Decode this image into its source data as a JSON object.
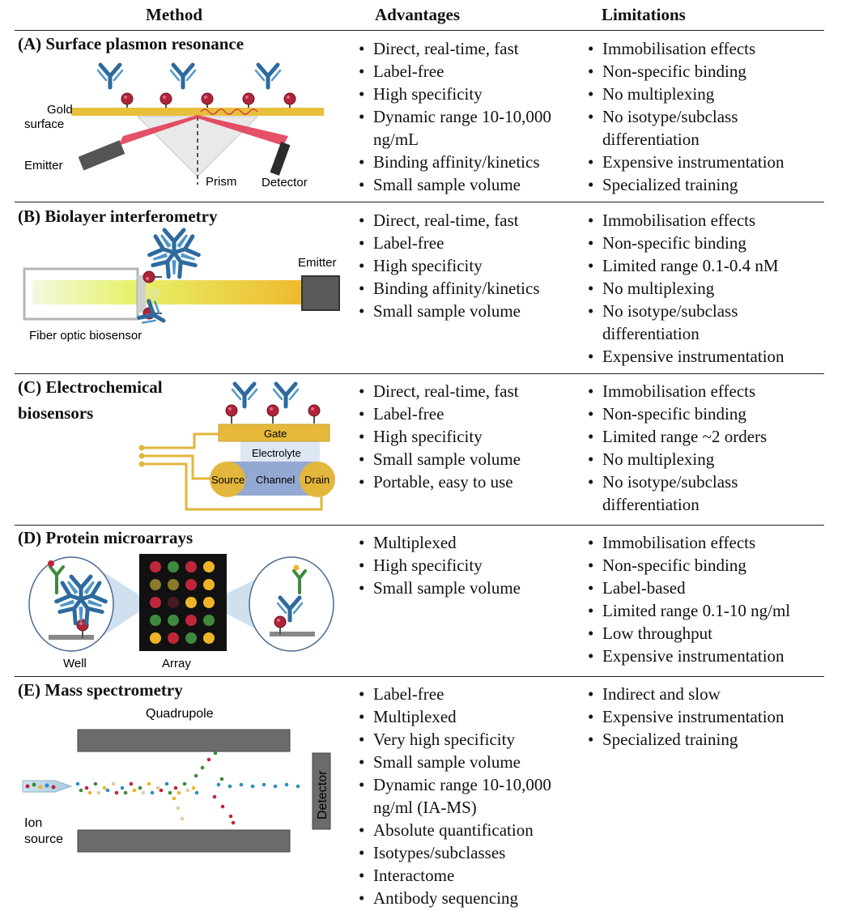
{
  "header": {
    "method": "Method",
    "advantages": "Advantages",
    "limitations": "Limitations"
  },
  "sections": [
    {
      "title": "(A) Surface plasmon resonance",
      "labels": {
        "gold": "Gold",
        "surface": "surface",
        "emitter": "Emitter",
        "prism": "Prism",
        "detector": "Detector"
      },
      "advantages": [
        "Direct, real-time, fast",
        "Label-free",
        "High specificity",
        "Dynamic range 10-10,000 ng/mL",
        "Binding affinity/kinetics",
        "Small sample volume"
      ],
      "limitations": [
        "Immobilisation effects",
        "Non-specific binding",
        "No multiplexing",
        "No isotype/subclass differentiation",
        "Expensive instrumentation",
        "Specialized training"
      ]
    },
    {
      "title": "(B) Biolayer interferometry",
      "labels": {
        "emitter": "Emitter",
        "sensor": "Fiber optic biosensor"
      },
      "advantages": [
        "Direct, real-time, fast",
        "Label-free",
        "High specificity",
        "Binding affinity/kinetics",
        "Small sample volume"
      ],
      "limitations": [
        "Immobilisation effects",
        "Non-specific binding",
        "Limited range 0.1-0.4 nM",
        "No multiplexing",
        "No isotype/subclass differentiation",
        "Expensive instrumentation"
      ]
    },
    {
      "title_line1": "(C) Electrochemical",
      "title_line2": "biosensors",
      "labels": {
        "gate": "Gate",
        "electrolyte": "Electrolyte",
        "source": "Source",
        "channel": "Channel",
        "drain": "Drain"
      },
      "advantages": [
        "Direct, real-time, fast",
        "Label-free",
        "High specificity",
        "Small sample volume",
        "Portable, easy to use"
      ],
      "limitations": [
        "Immobilisation effects",
        "Non-specific binding",
        "Limited range ~2 orders",
        "No multiplexing",
        "No isotype/subclass differentiation"
      ]
    },
    {
      "title": "(D) Protein microarrays",
      "labels": {
        "well": "Well",
        "array": "Array"
      },
      "advantages": [
        "Multiplexed",
        "High specificity",
        "Small sample volume"
      ],
      "limitations": [
        "Immobilisation effects",
        "Non-specific binding",
        "Label-based",
        "Limited range 0.1-10 ng/ml",
        "Low throughput",
        "Expensive instrumentation"
      ]
    },
    {
      "title": "(E) Mass spectrometry",
      "labels": {
        "quadrupole": "Quadrupole",
        "detector": "Detector",
        "ion": "Ion",
        "source": "source"
      },
      "advantages": [
        "Label-free",
        "Multiplexed",
        "Very high specificity",
        "Small sample volume",
        "Dynamic range 10-10,000 ng/ml (IA-MS)",
        "Absolute quantification",
        "Isotypes/subclasses",
        "Interactome",
        "Antibody sequencing"
      ],
      "limitations": [
        "Indirect and slow",
        "Expensive instrumentation",
        "Specialized training"
      ]
    }
  ]
}
